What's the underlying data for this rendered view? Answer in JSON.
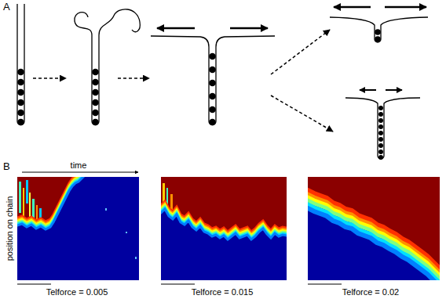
{
  "diagram": {
    "labels": [
      "A",
      "B",
      "time",
      "position on chain",
      "Telforce = 0.005",
      "Telforce = 0.015",
      "Telforce = 0.02"
    ]
  }
}
